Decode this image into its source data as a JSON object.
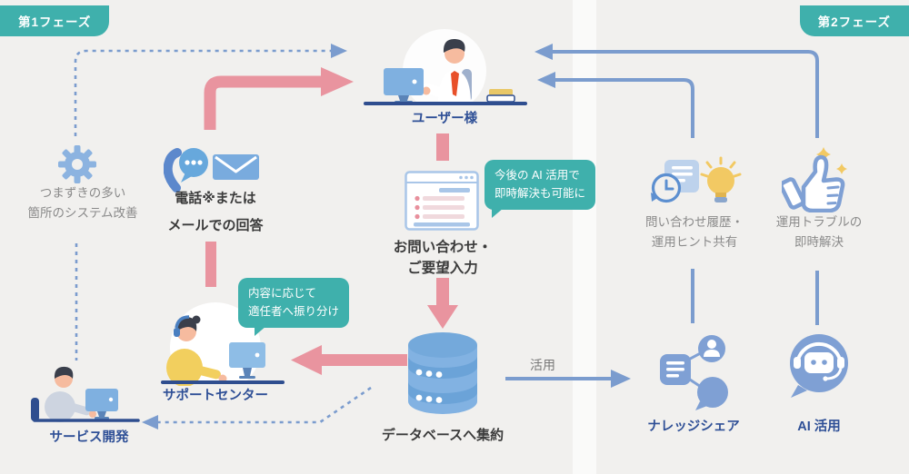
{
  "phases": {
    "phase1": "第1フェーズ",
    "phase2": "第2フェーズ"
  },
  "nodes": {
    "user": {
      "label": "ユーザー様"
    },
    "system_improvement": {
      "line1": "つまずきの多い",
      "line2": "箇所のシステム改善"
    },
    "phone_mail_response": {
      "line1": "電話※または",
      "line2": "メールでの回答"
    },
    "inquiry_input": {
      "line1": "お問い合わせ・",
      "line2": "ご要望入力"
    },
    "inquiry_history": {
      "line1": "問い合わせ履歴・",
      "line2": "運用ヒント共有"
    },
    "trouble_resolution": {
      "line1": "運用トラブルの",
      "line2": "即時解決"
    },
    "support_center": {
      "label": "サポートセンター"
    },
    "service_development": {
      "label": "サービス開発"
    },
    "database": {
      "label": "データベースへ集約"
    },
    "knowledge_share": {
      "label": "ナレッジシェア"
    },
    "ai_utilization": {
      "label": "AI 活用"
    }
  },
  "speech_bubbles": {
    "ai_future": {
      "line1": "今後の AI 活用で",
      "line2": "即時解決も可能に"
    },
    "routing": {
      "line1": "内容に応じて",
      "line2": "適任者へ振り分け"
    }
  },
  "edge_labels": {
    "utilize": "活用"
  },
  "colors": {
    "background": "#f1f0ee",
    "divider": "#fafaf9",
    "teal": "#3fb0ac",
    "pink_arrow": "#e9949f",
    "blue_arrow": "#7b9cce",
    "navy_text": "#2e4f96",
    "dark_text": "#3b3b3b",
    "gray_text": "#8a8a8a",
    "icon_blue": "#7fa6d9",
    "icon_light_blue": "#bdd2ec",
    "yellow": "#f2c963",
    "tie_red": "#e8502a",
    "shirt_yellow": "#f2cf5e"
  }
}
